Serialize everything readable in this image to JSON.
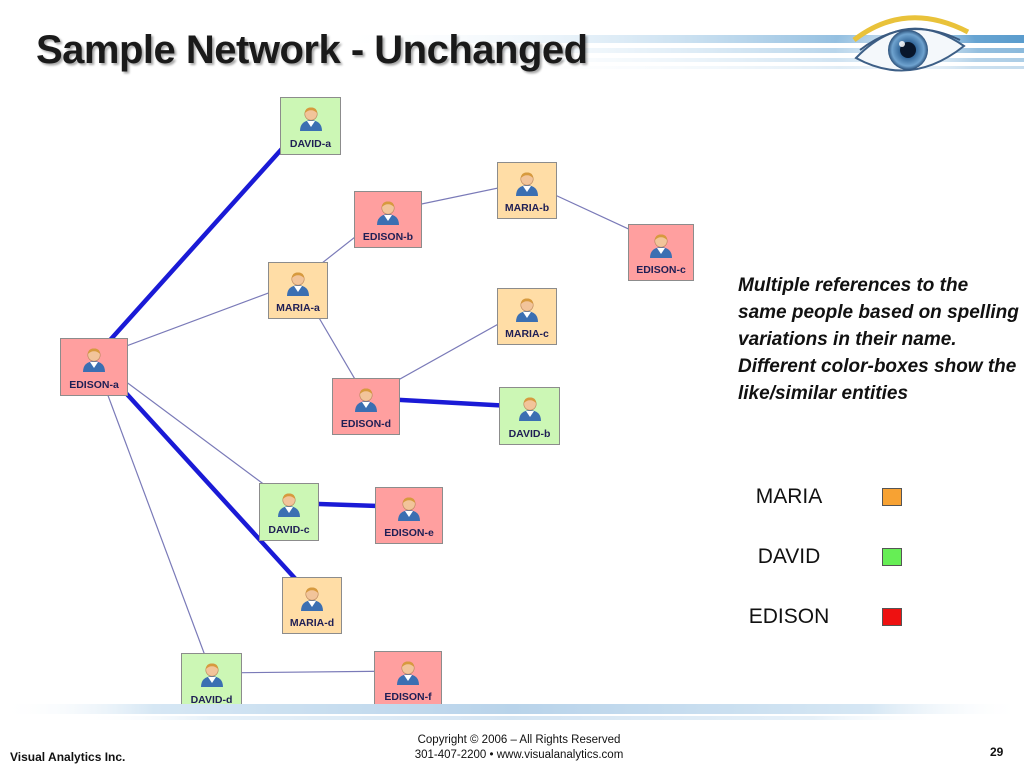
{
  "slide": {
    "title": "Sample Network - Unchanged",
    "description": "Multiple references to the same people based on spelling variations in their name. Different color-boxes show the like/similar entities",
    "page_number": "29"
  },
  "network": {
    "nodes": [
      {
        "id": "DAVID-a",
        "label": "DAVID-a",
        "group": "david"
      },
      {
        "id": "EDISON-b",
        "label": "EDISON-b",
        "group": "edison"
      },
      {
        "id": "MARIA-b",
        "label": "MARIA-b",
        "group": "maria"
      },
      {
        "id": "EDISON-c",
        "label": "EDISON-c",
        "group": "edison"
      },
      {
        "id": "MARIA-a",
        "label": "MARIA-a",
        "group": "maria"
      },
      {
        "id": "MARIA-c",
        "label": "MARIA-c",
        "group": "maria"
      },
      {
        "id": "EDISON-a",
        "label": "EDISON-a",
        "group": "edison"
      },
      {
        "id": "EDISON-d",
        "label": "EDISON-d",
        "group": "edison"
      },
      {
        "id": "DAVID-b",
        "label": "DAVID-b",
        "group": "david"
      },
      {
        "id": "DAVID-c",
        "label": "DAVID-c",
        "group": "david"
      },
      {
        "id": "EDISON-e",
        "label": "EDISON-e",
        "group": "edison"
      },
      {
        "id": "MARIA-d",
        "label": "MARIA-d",
        "group": "maria"
      },
      {
        "id": "DAVID-d",
        "label": "DAVID-d",
        "group": "david"
      },
      {
        "id": "EDISON-f",
        "label": "EDISON-f",
        "group": "edison"
      }
    ],
    "edges": [
      {
        "from": "EDISON-a",
        "to": "DAVID-a",
        "weight": "strong"
      },
      {
        "from": "EDISON-a",
        "to": "MARIA-a",
        "weight": "thin"
      },
      {
        "from": "EDISON-a",
        "to": "DAVID-c",
        "weight": "thin"
      },
      {
        "from": "EDISON-a",
        "to": "MARIA-d",
        "weight": "strong"
      },
      {
        "from": "EDISON-a",
        "to": "DAVID-d",
        "weight": "thin"
      },
      {
        "from": "EDISON-b",
        "to": "MARIA-a",
        "weight": "thin"
      },
      {
        "from": "EDISON-b",
        "to": "MARIA-b",
        "weight": "thin"
      },
      {
        "from": "EDISON-c",
        "to": "MARIA-b",
        "weight": "thin"
      },
      {
        "from": "MARIA-a",
        "to": "EDISON-d",
        "weight": "thin"
      },
      {
        "from": "EDISON-d",
        "to": "MARIA-c",
        "weight": "thin"
      },
      {
        "from": "DAVID-b",
        "to": "EDISON-d",
        "weight": "strong"
      },
      {
        "from": "EDISON-e",
        "to": "DAVID-c",
        "weight": "strong"
      },
      {
        "from": "EDISON-f",
        "to": "DAVID-d",
        "weight": "thin"
      }
    ]
  },
  "legend": {
    "items": [
      {
        "label": "MARIA",
        "color": "#f7a233"
      },
      {
        "label": "DAVID",
        "color": "#66ee55"
      },
      {
        "label": "EDISON",
        "color": "#ee1111"
      }
    ]
  },
  "footer": {
    "company": "Visual Analytics Inc.",
    "copyright": "Copyright © 2006 – All Rights Reserved",
    "contact": "301-407-2200  •  www.visualanalytics.com"
  },
  "colors": {
    "maria_node": "#ffdda6",
    "david_node": "#ccf7b5",
    "edison_node": "#ff9f9f",
    "strong_edge": "#1a1ad6",
    "thin_edge": "#7a7ab8",
    "arrow_head": "#33bb22"
  }
}
